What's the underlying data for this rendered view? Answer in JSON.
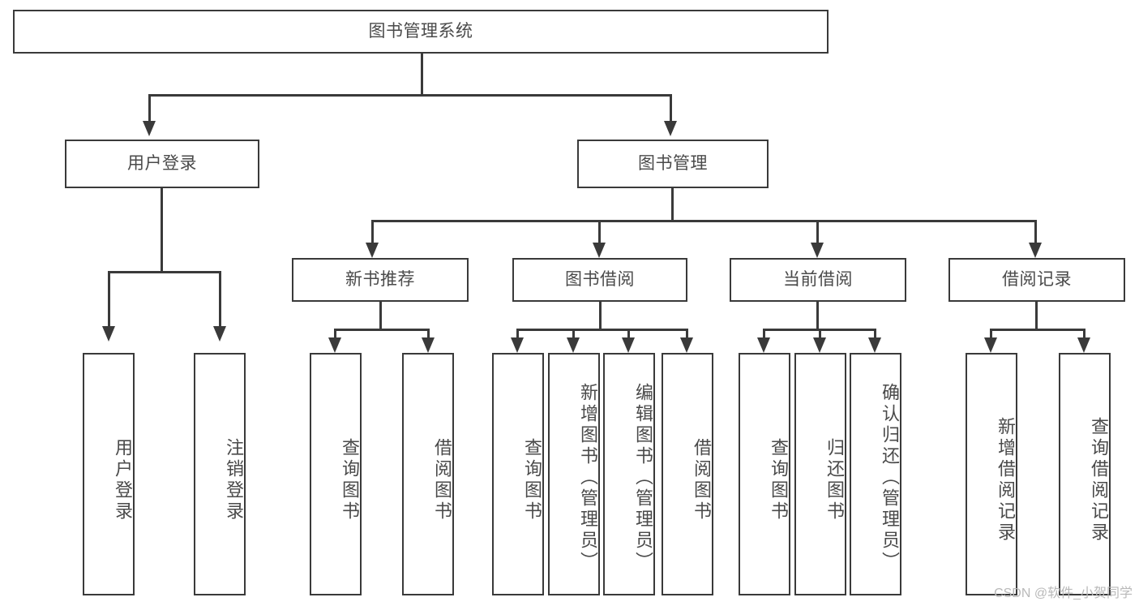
{
  "diagram": {
    "title": "图书管理系统",
    "type": "功能结构图",
    "root": {
      "label": "图书管理系统"
    },
    "level2": [
      {
        "label": "用户登录"
      },
      {
        "label": "图书管理"
      }
    ],
    "level3": [
      {
        "label": "新书推荐"
      },
      {
        "label": "图书借阅"
      },
      {
        "label": "当前借阅"
      },
      {
        "label": "借阅记录"
      }
    ],
    "leaves": {
      "user_login": [
        {
          "label": "用户登录"
        },
        {
          "label": "注销登录"
        }
      ],
      "new_book": [
        {
          "label": "查询图书"
        },
        {
          "label": "借阅图书"
        }
      ],
      "book_borrow": [
        {
          "label": "查询图书"
        },
        {
          "label": "新增图书（管理员）"
        },
        {
          "label": "编辑图书（管理员）"
        },
        {
          "label": "借阅图书"
        }
      ],
      "current_borrow": [
        {
          "label": "查询图书"
        },
        {
          "label": "归还图书"
        },
        {
          "label": "确认归还（管理员）"
        }
      ],
      "borrow_record": [
        {
          "label": "新增借阅记录"
        },
        {
          "label": "查询借阅记录"
        }
      ]
    }
  },
  "watermark": {
    "text": "CSDN @软件_小贺同学"
  },
  "colors": {
    "stroke": "#3a3a3a",
    "text": "#4a4a4a",
    "background": "#ffffff",
    "watermark": "#b9b9b9"
  }
}
